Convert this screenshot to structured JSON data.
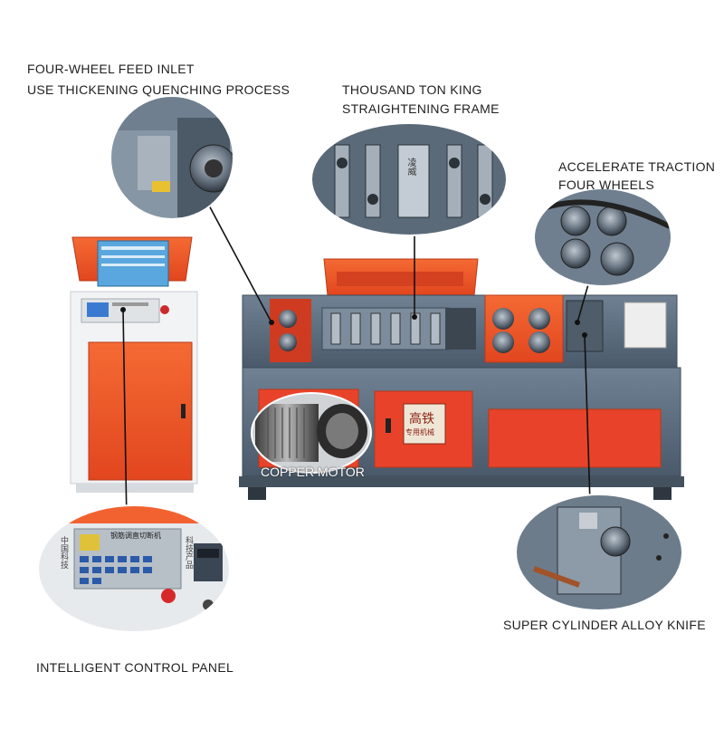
{
  "callouts": {
    "feed_inlet_line1": "FOUR-WHEEL FEED INLET",
    "feed_inlet_line2": "USE THICKENING QUENCHING PROCESS",
    "frame_line1": "THOUSAND TON KING",
    "frame_line2": "STRAIGHTENING FRAME",
    "traction_line1": "ACCELERATE TRACTION",
    "traction_line2": "FOUR WHEELS",
    "motor": "COPPER MOTOR",
    "knife": "SUPER CYLINDER ALLOY KNIFE",
    "control_panel": "INTELLIGENT CONTROL PANEL"
  },
  "machine_text": {
    "brand_line1": "高铁",
    "brand_line2": "专用机械",
    "frame_plate": "凌威",
    "panel_title": "钢筋调直切断机",
    "panel_left": "中国科技",
    "panel_right": "科技产品"
  },
  "colors": {
    "machine_gray": "#5d6f82",
    "machine_orange": "#ef5a2a",
    "door_red": "#e8432a",
    "leader": "#111111"
  }
}
